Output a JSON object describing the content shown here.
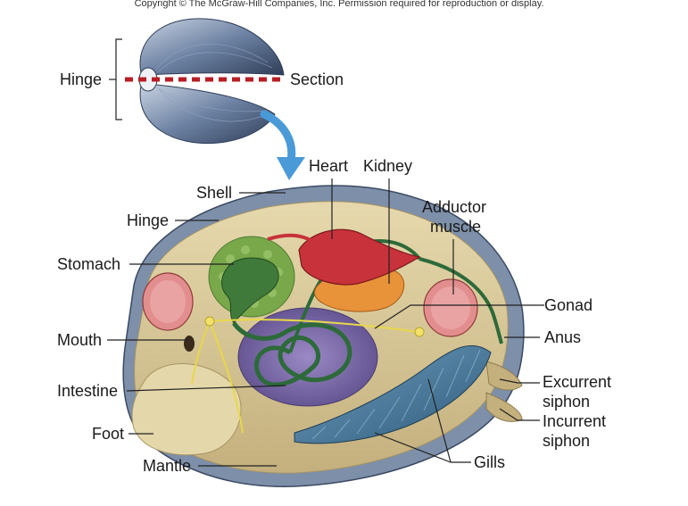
{
  "copyright": "Copyright © The McGraw-Hill Companies, Inc. Permission required for reproduction or display.",
  "section_view": {
    "hinge_label": "Hinge",
    "section_label": "Section"
  },
  "labels": {
    "shell": "Shell",
    "hinge": "Hinge",
    "heart": "Heart",
    "kidney": "Kidney",
    "adductor_line1": "Adductor",
    "adductor_line2": "muscle",
    "stomach": "Stomach",
    "gonad": "Gonad",
    "mouth": "Mouth",
    "anus": "Anus",
    "excurrent_line1": "Excurrent",
    "excurrent_line2": "siphon",
    "intestine": "Intestine",
    "incurrent_line1": "Incurrent",
    "incurrent_line2": "siphon",
    "foot": "Foot",
    "gills": "Gills",
    "mantle": "Mantle"
  },
  "colors": {
    "shell_blue": "#5f7494",
    "mantle_tan": "#d8c99a",
    "heart_red": "#c8323a",
    "kidney_orange": "#e8923a",
    "stomach_green": "#3f7a3a",
    "digestive_gland": "#78a84a",
    "gonad_purple": "#7b6aa6",
    "gill_blue": "#4f7fa0",
    "muscle_pink": "#e28e8e",
    "nerve_yellow": "#e8d84a",
    "section_line": "#b81e24",
    "arrow_blue": "#4a9ad8"
  }
}
